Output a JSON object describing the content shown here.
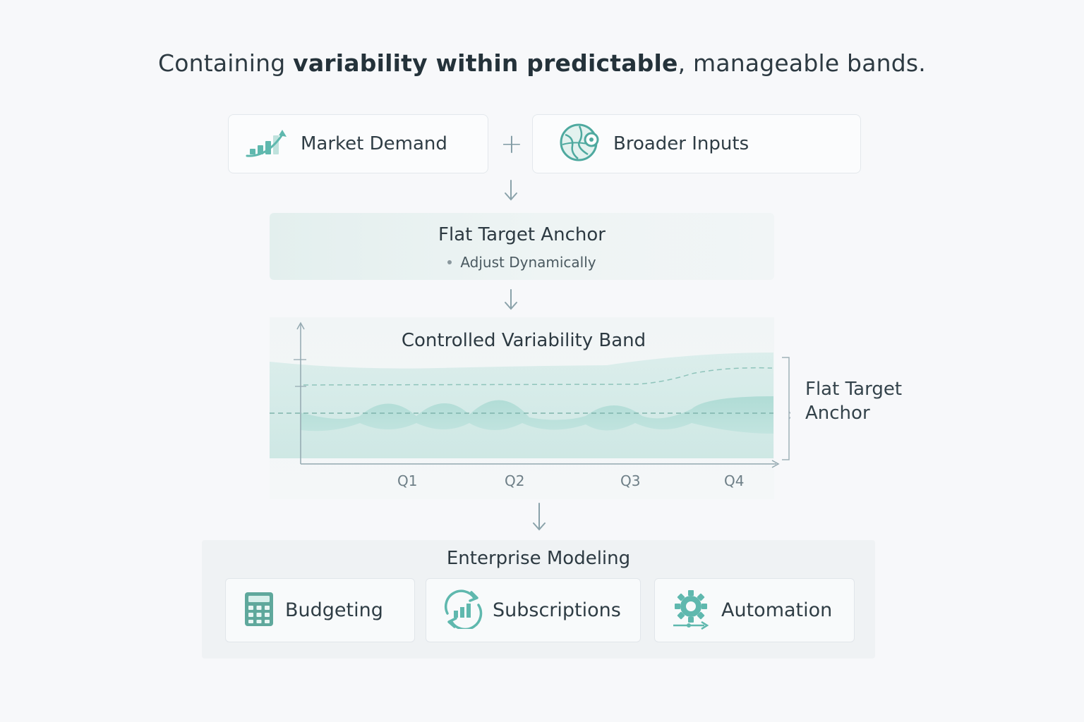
{
  "headline": {
    "prefix": "Containing ",
    "emphasis": "variability within predictable",
    "suffix": ", manageable bands."
  },
  "inputs": {
    "market_demand": {
      "label": "Market Demand",
      "icon": "rising-bar-chart-icon"
    },
    "operator": "+",
    "broader_inputs": {
      "label": "Broader Inputs",
      "icon": "globe-pin-icon"
    }
  },
  "anchor_stage": {
    "title": "Flat Target Anchor",
    "bullet": "Adjust Dynamically"
  },
  "band_chart": {
    "title": "Controlled Variability Band",
    "quarters": [
      "Q1",
      "Q2",
      "Q3",
      "Q4"
    ],
    "side_label_line1": "Flat Target",
    "side_label_line2": "Anchor"
  },
  "enterprise": {
    "title": "Enterprise Modeling",
    "tiles": [
      {
        "label": "Budgeting",
        "icon": "calculator-icon"
      },
      {
        "label": "Subscriptions",
        "icon": "recurring-chart-icon"
      },
      {
        "label": "Automation",
        "icon": "gear-automation-icon"
      }
    ]
  },
  "colors": {
    "teal": "#5fb8ae",
    "teal_light": "#bfe2dd",
    "text": "#2d3a42",
    "muted": "#7f9aa3"
  }
}
